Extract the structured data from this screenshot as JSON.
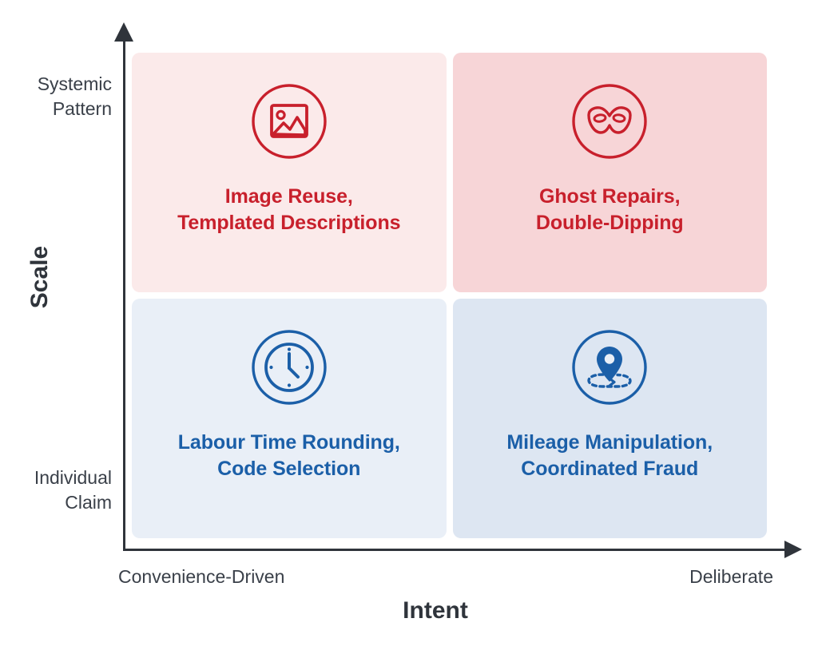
{
  "chart_data": {
    "type": "table",
    "title": "",
    "xlabel": "Intent",
    "ylabel": "Scale",
    "x_tick_labels": [
      "Convenience-Driven",
      "Deliberate"
    ],
    "y_tick_labels": [
      "Systemic\nPattern",
      "Individual\nClaim"
    ],
    "grid": false,
    "legend": "none",
    "categories": [
      "Convenience-Driven",
      "Deliberate"
    ],
    "series": [
      {
        "name": "Systemic Pattern",
        "values": [
          "Image Reuse, Templated Descriptions",
          "Ghost Repairs, Double-Dipping"
        ]
      },
      {
        "name": "Individual Claim",
        "values": [
          "Labour Time Rounding, Code Selection",
          "Mileage Manipulation, Coordinated Fraud"
        ]
      }
    ],
    "quadrants": [
      {
        "id": "systemic-convenience",
        "position": "top-left",
        "scale": "Systemic Pattern",
        "intent": "Convenience-Driven",
        "label": "Image Reuse,\nTemplated Descriptions",
        "icon": "image-photo-icon",
        "fill": "#FBEAEA",
        "text_color": "#C8202C"
      },
      {
        "id": "systemic-deliberate",
        "position": "top-right",
        "scale": "Systemic Pattern",
        "intent": "Deliberate",
        "label": "Ghost Repairs,\nDouble-Dipping",
        "icon": "masquerade-mask-icon",
        "fill": "#F7D5D7",
        "text_color": "#C8202C"
      },
      {
        "id": "individual-convenience",
        "position": "bottom-left",
        "scale": "Individual Claim",
        "intent": "Convenience-Driven",
        "label": "Labour Time Rounding,\nCode Selection",
        "icon": "clock-icon",
        "fill": "#E9EFF7",
        "text_color": "#1B5FA8"
      },
      {
        "id": "individual-deliberate",
        "position": "bottom-right",
        "scale": "Individual Claim",
        "intent": "Deliberate",
        "label": "Mileage Manipulation,\nCoordinated Fraud",
        "icon": "map-pin-route-icon",
        "fill": "#DDE6F2",
        "text_color": "#1B5FA8"
      }
    ],
    "colors": {
      "red_accent": "#C8202C",
      "blue_accent": "#1B5FA8",
      "axis": "#2F343B",
      "tick_text": "#3A4049",
      "background": "#FFFFFF"
    }
  }
}
